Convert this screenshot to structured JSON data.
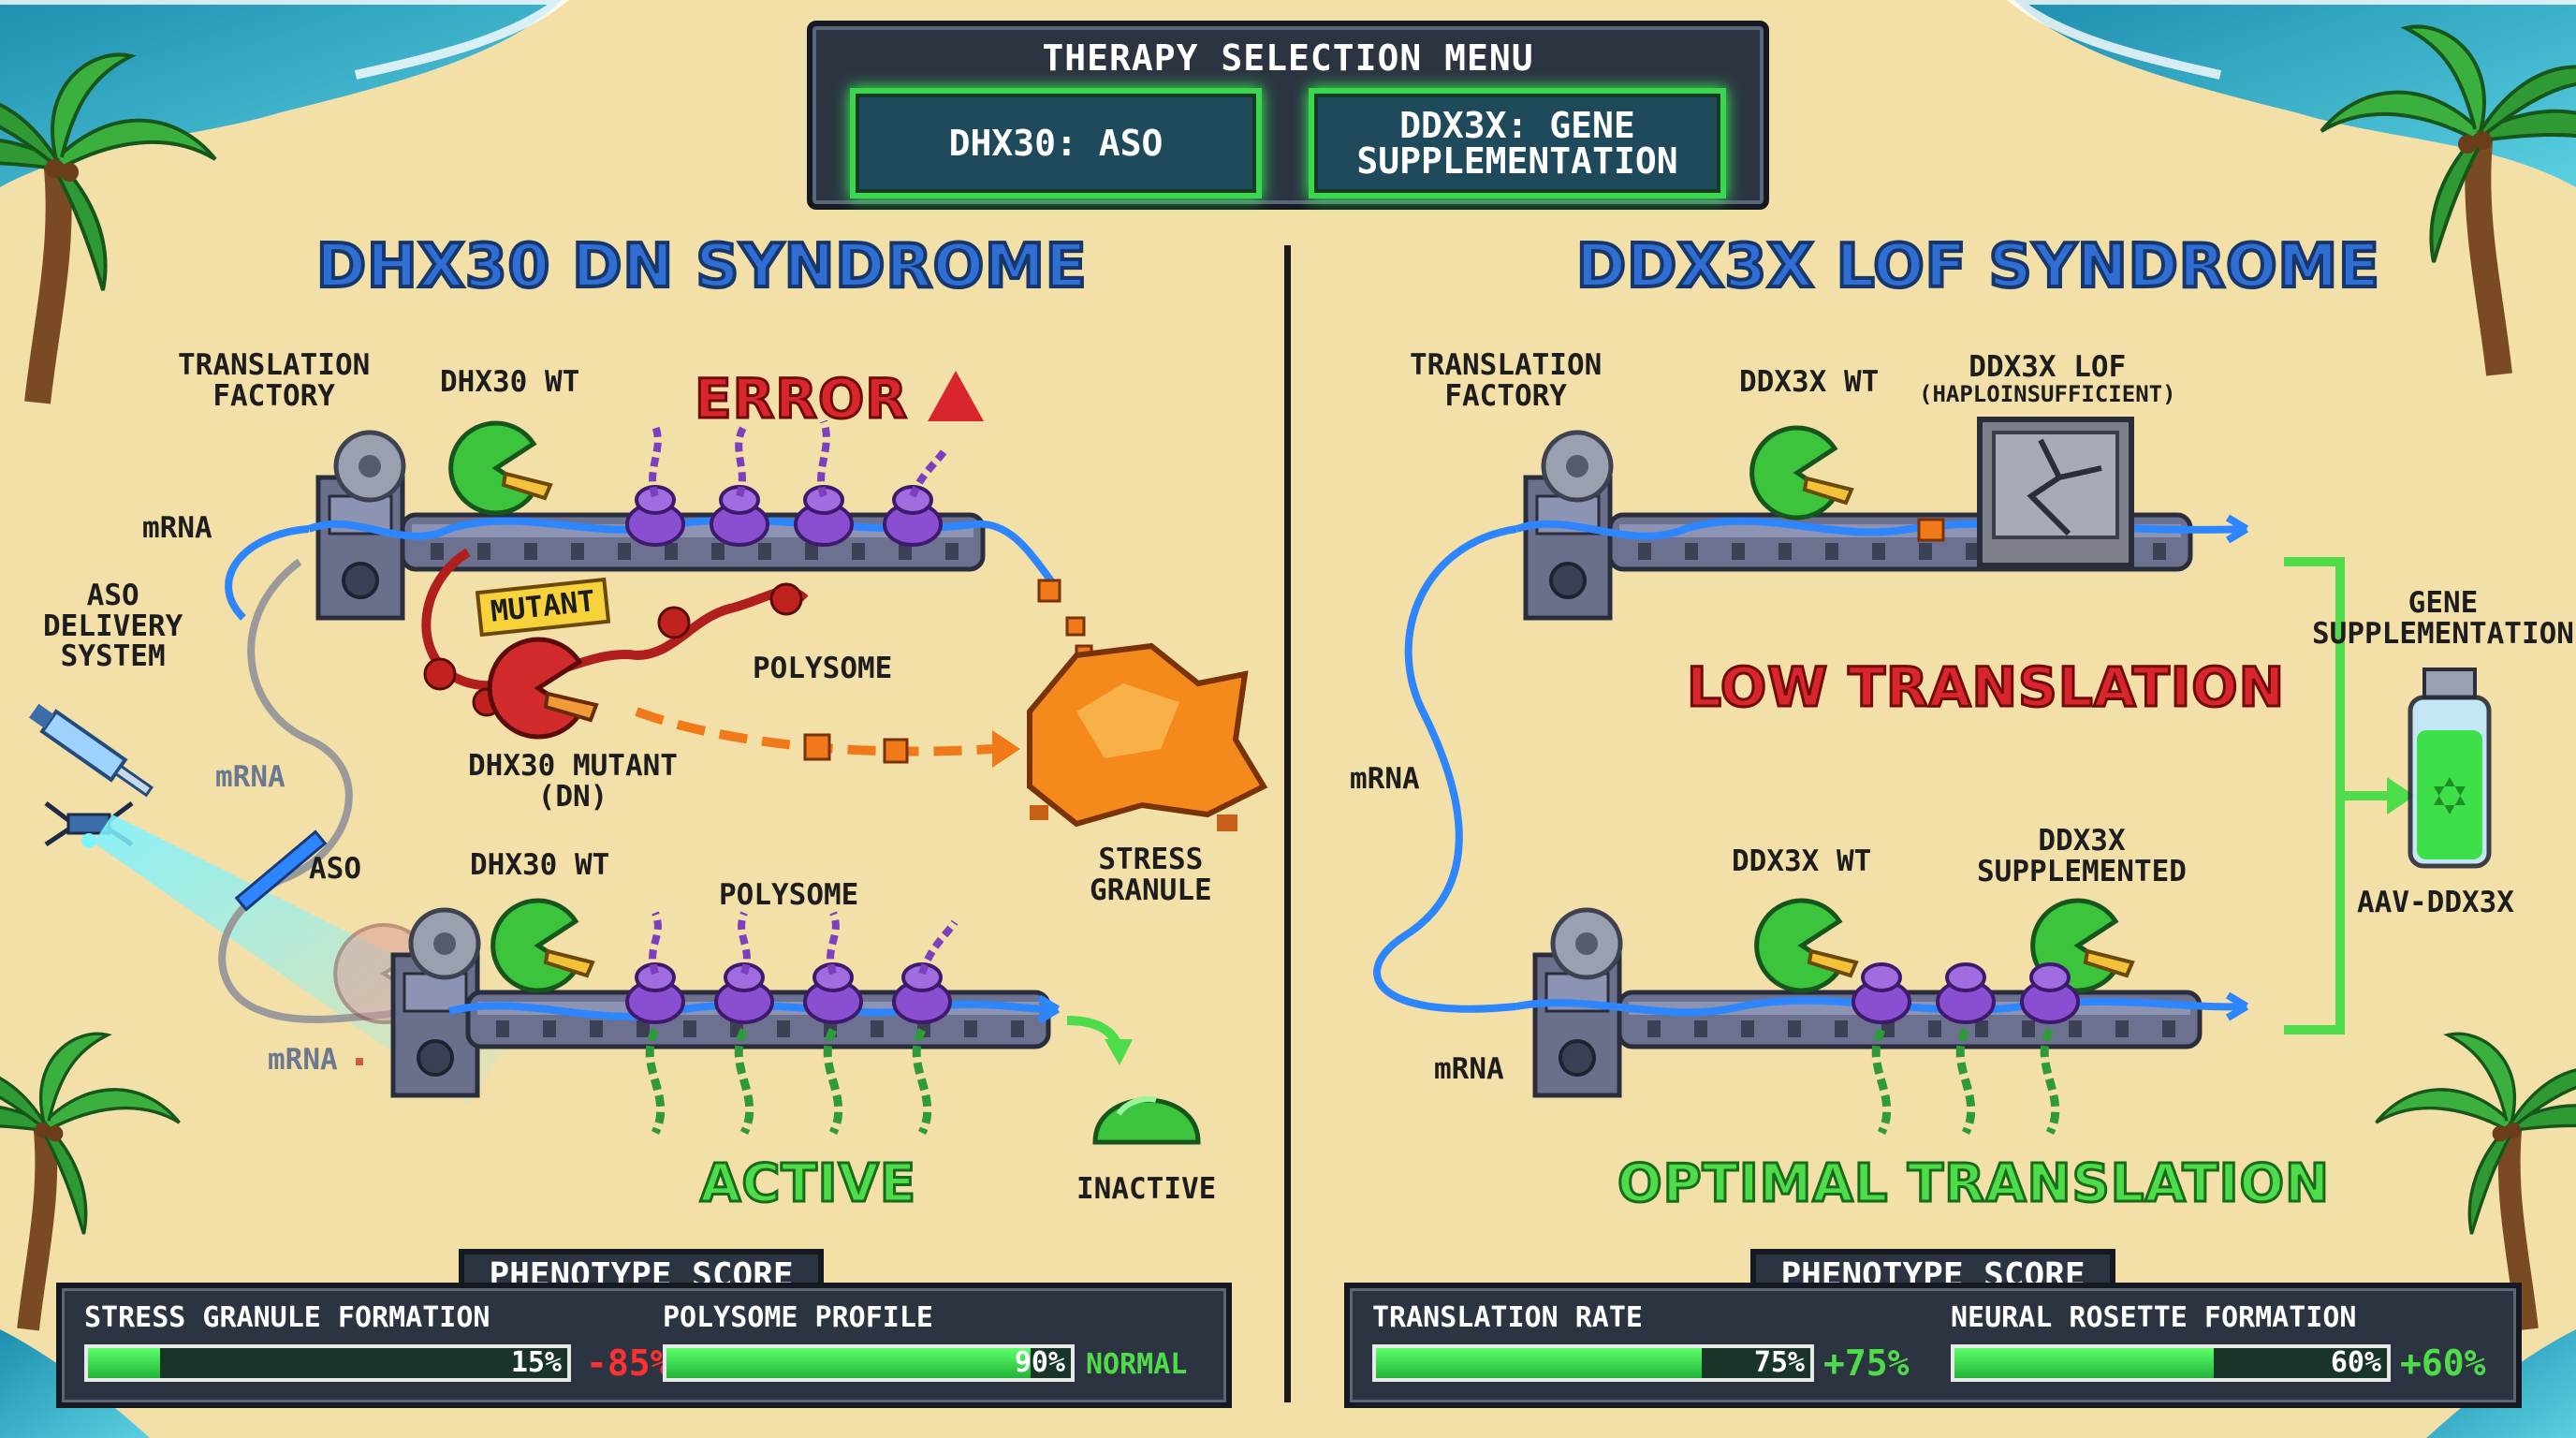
{
  "menu": {
    "title": "THERAPY SELECTION MENU",
    "option_aso": "DHX30: ASO",
    "option_gene_line1": "DDX3X: GENE",
    "option_gene_line2": "SUPPLEMENTATION"
  },
  "left": {
    "title": "DHX30 DN SYNDROME",
    "translation_factory_1": "TRANSLATION",
    "translation_factory_2": "FACTORY",
    "dhx30_wt_top": "DHX30 WT",
    "error": "ERROR",
    "mrna_top": "mRNA",
    "aso_delivery_1": "ASO",
    "aso_delivery_2": "DELIVERY",
    "aso_delivery_3": "SYSTEM",
    "mutant_tag": "MUTANT",
    "polysome_top": "POLYSOME",
    "dhx30_mutant_1": "DHX30 MUTANT",
    "dhx30_mutant_2": "(DN)",
    "mrna_mid": "mRNA",
    "aso": "ASO",
    "stress_granule_1": "STRESS",
    "stress_granule_2": "GRANULE",
    "dhx30_wt_bottom": "DHX30 WT",
    "polysome_bottom": "POLYSOME",
    "mrna_bottom": "mRNA",
    "active": "ACTIVE",
    "inactive": "INACTIVE",
    "phenotype": {
      "tab": "PHENOTYPE SCORE",
      "metric1_label": "STRESS GRANULE FORMATION",
      "metric1_value": 15,
      "metric1_text": "15%",
      "metric1_delta": "-85%",
      "metric2_label": "POLYSOME PROFILE",
      "metric2_value": 90,
      "metric2_text": "90%",
      "metric2_delta": "NORMAL"
    }
  },
  "right": {
    "title": "DDX3X LOF SYNDROME",
    "translation_factory_1": "TRANSLATION",
    "translation_factory_2": "FACTORY",
    "ddx3x_wt_top": "DDX3X WT",
    "ddx3x_lof_1": "DDX3X LOF",
    "ddx3x_lof_2": "(HAPLOINSUFFICIENT)",
    "low_translation": "LOW TRANSLATION",
    "gene_supp_1": "GENE",
    "gene_supp_2": "SUPPLEMENTATION",
    "mrna_mid": "mRNA",
    "ddx3x_wt_bottom": "DDX3X WT",
    "ddx3x_supp_1": "DDX3X",
    "ddx3x_supp_2": "SUPPLEMENTED",
    "aav": "AAV-DDX3X",
    "mrna_bottom": "mRNA",
    "optimal_translation": "OPTIMAL TRANSLATION",
    "phenotype": {
      "tab": "PHENOTYPE SCORE",
      "metric1_label": "TRANSLATION RATE",
      "metric1_value": 75,
      "metric1_text": "75%",
      "metric1_delta": "+75%",
      "metric2_label": "NEURAL ROSETTE FORMATION",
      "metric2_value": 60,
      "metric2_text": "60%",
      "metric2_delta": "+60%"
    }
  },
  "colors": {
    "sand": "#f3dfa8",
    "green_glow": "#3bd64b",
    "title_blue": "#2f6fd3",
    "error_red": "#d9262c",
    "status_green": "#4fdc4a",
    "protein_purple": "#8a4fd0",
    "stress_orange": "#f07a1a"
  }
}
